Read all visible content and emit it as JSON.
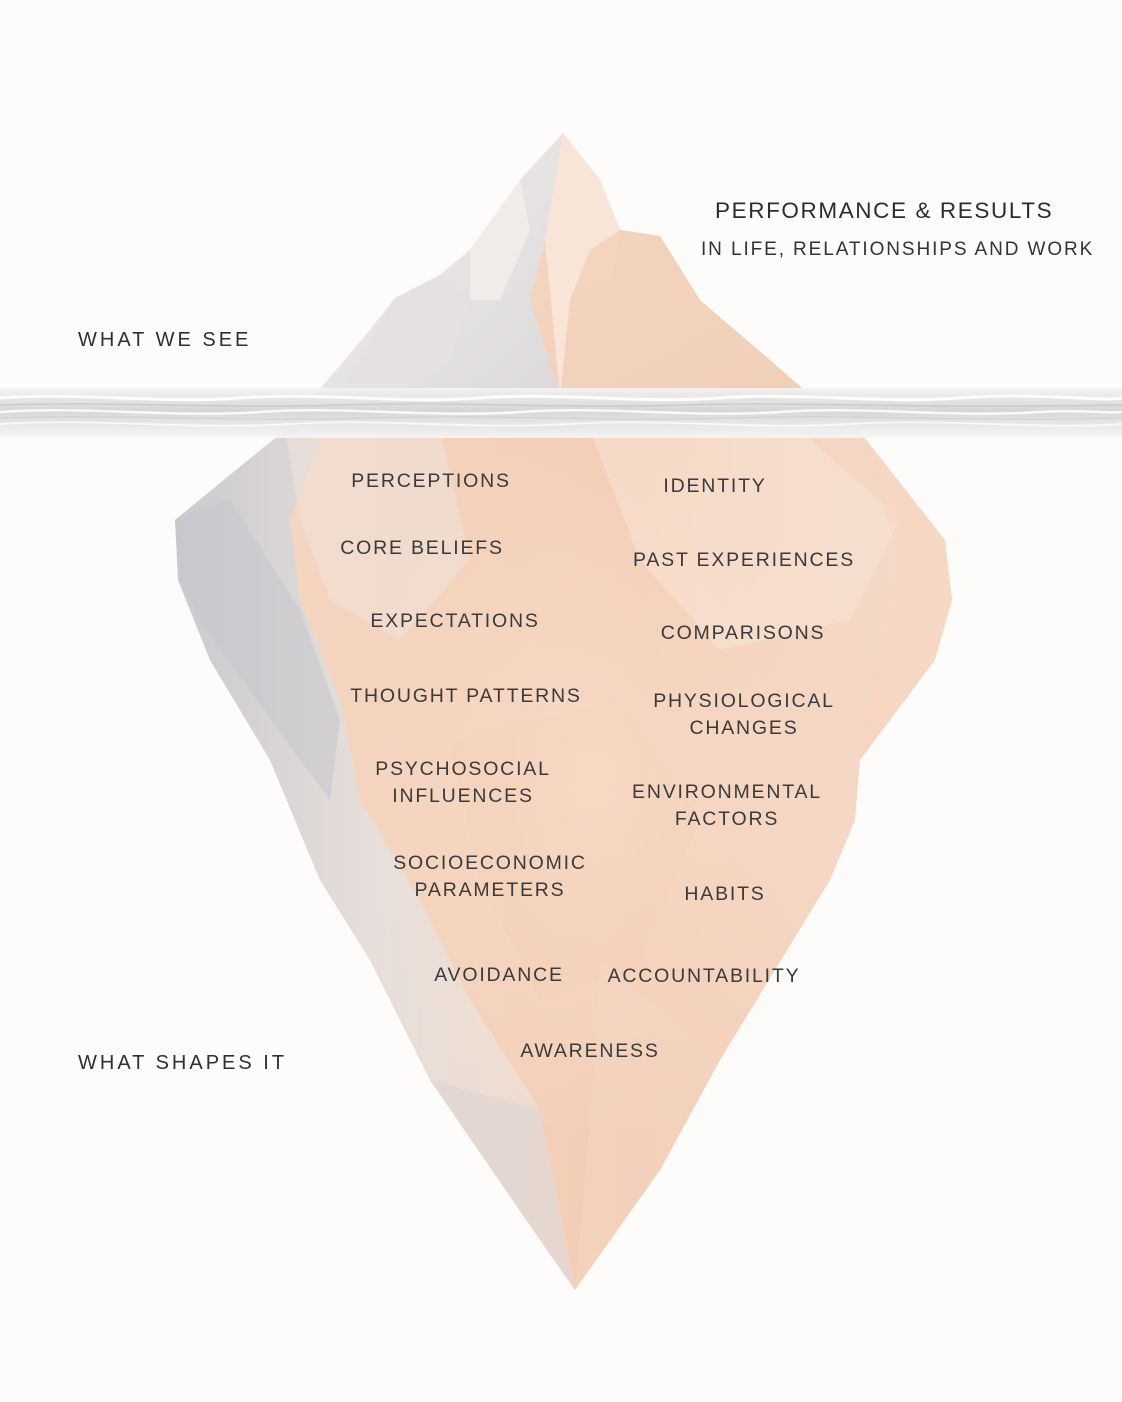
{
  "header": {
    "title": "PERFORMANCE & RESULTS",
    "subtitle": "IN LIFE, RELATIONSHIPS AND WORK"
  },
  "side_labels": {
    "above": "WHAT WE SEE",
    "below": "WHAT SHAPES IT"
  },
  "factors_left": [
    "PERCEPTIONS",
    "CORE BELIEFS",
    "EXPECTATIONS",
    "THOUGHT PATTERNS",
    "PSYCHOSOCIAL\nINFLUENCES",
    "SOCIOECONOMIC\nPARAMETERS",
    "AVOIDANCE"
  ],
  "factors_right": [
    "IDENTITY",
    "PAST EXPERIENCES",
    "COMPARISONS",
    "PHYSIOLOGICAL\nCHANGES",
    "ENVIRONMENTAL\nFACTORS",
    "HABITS",
    "ACCOUNTABILITY"
  ],
  "factor_bottom": "AWARENESS",
  "colors": {
    "peach": "#f3cdb3",
    "ice": "#ecebee",
    "shadow": "#c9cbd1",
    "water": "#d9d9db",
    "text": "#333335"
  }
}
